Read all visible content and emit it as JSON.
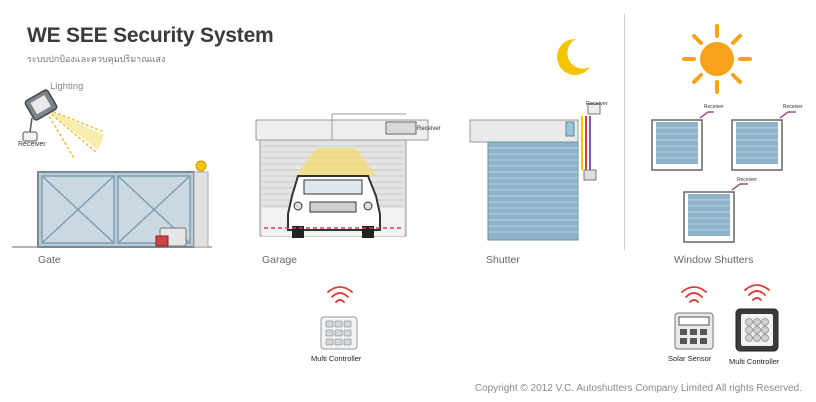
{
  "header": {
    "title": "WE SEE Security System",
    "subtitle": "ระบบปกป้องและควบคุมปริมาณแสง"
  },
  "scenes": {
    "gate": {
      "caption": "Gate",
      "lighting_label": "Lighting",
      "receiver_label": "Receiver"
    },
    "garage": {
      "caption": "Garage",
      "receiver_label": "Receiver"
    },
    "shutter": {
      "caption": "Shutter",
      "receiver_label": "Receiver"
    },
    "window_shutters": {
      "caption": "Window Shutters",
      "receiver_label": "Receiver"
    }
  },
  "devices": {
    "multi_controller_label": "Multi Controller",
    "solar_sensor_label": "Solar Sensor"
  },
  "footer": {
    "copyright": "Copyright © 2012 V.C. Autoshutters Company Limited All rights Reserved."
  },
  "colors": {
    "accent_red": "#e03b3b",
    "sun_orange": "#f7a21a",
    "moon_yellow": "#f5c400",
    "shutter_blue": "#8fb3c9",
    "gate_blue": "#7f9fb3",
    "beam_yellow": "#f5dc6a"
  }
}
